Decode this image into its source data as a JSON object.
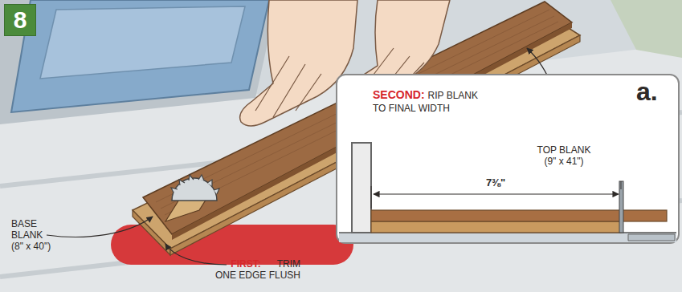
{
  "diagram": {
    "nodes": [
      {
        "text": [
          "8"
        ]
      },
      {
        "text": [
          "SECOND:",
          "RIP BLANK TO FINAL WIDTH",
          "7⅜\"",
          "a."
        ]
      }
    ],
    "labels": [
      "TOP BLANK (9\" x 41\")",
      "BASE BLANK (8\" x 40\")",
      "FIRST:",
      "TRIM ONE EDGE FLUSH"
    ]
  }
}
